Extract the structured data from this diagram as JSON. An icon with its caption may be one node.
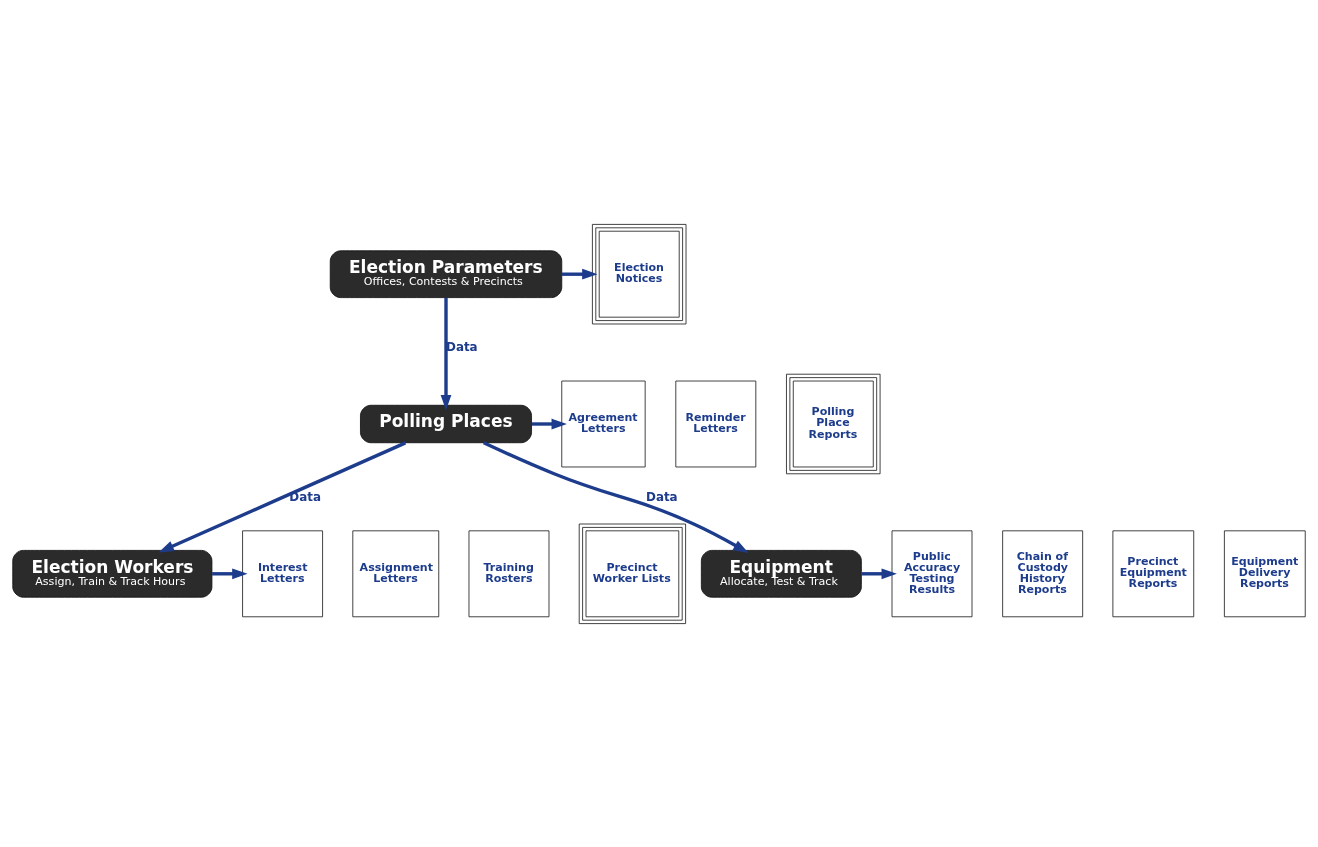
{
  "diagram": {
    "nodes": [
      {
        "text": [
          "Election Parameters",
          "Offices, Contests & Precincts"
        ]
      },
      {
        "text": [
          "Election Notices"
        ]
      },
      {
        "text": [
          "Polling Places"
        ]
      },
      {
        "text": [
          "Agreement Letters"
        ]
      },
      {
        "text": [
          "Reminder Letters"
        ]
      },
      {
        "text": [
          "Polling Place Reports"
        ]
      },
      {
        "text": [
          "Election Workers",
          "Assign, Train & Track Hours"
        ]
      },
      {
        "text": [
          "Interest Letters"
        ]
      },
      {
        "text": [
          "Assignment Letters"
        ]
      },
      {
        "text": [
          "Training Rosters"
        ]
      },
      {
        "text": [
          "Precinct Worker Lists"
        ]
      },
      {
        "text": [
          "Equipment",
          "Allocate, Test & Track"
        ]
      },
      {
        "text": [
          "Public Accuracy Testing Results"
        ]
      },
      {
        "text": [
          "Chain of Custody History Reports"
        ]
      },
      {
        "text": [
          "Precinct Equipment Reports"
        ]
      },
      {
        "text": [
          "Equipment Delivery Reports"
        ]
      }
    ],
    "edges": [
      {
        "from": 0,
        "to": 1,
        "arrow": "to"
      },
      {
        "from": 0,
        "to": 2,
        "arrow": "to",
        "label": "Data"
      },
      {
        "from": 2,
        "to": 3,
        "arrow": "to"
      },
      {
        "from": 2,
        "to": 6,
        "arrow": "to",
        "label": "Data"
      },
      {
        "from": 2,
        "to": 11,
        "arrow": "to",
        "label": "Data"
      },
      {
        "from": 6,
        "to": 7,
        "arrow": "to"
      },
      {
        "from": 11,
        "to": 12,
        "arrow": "to"
      }
    ]
  }
}
